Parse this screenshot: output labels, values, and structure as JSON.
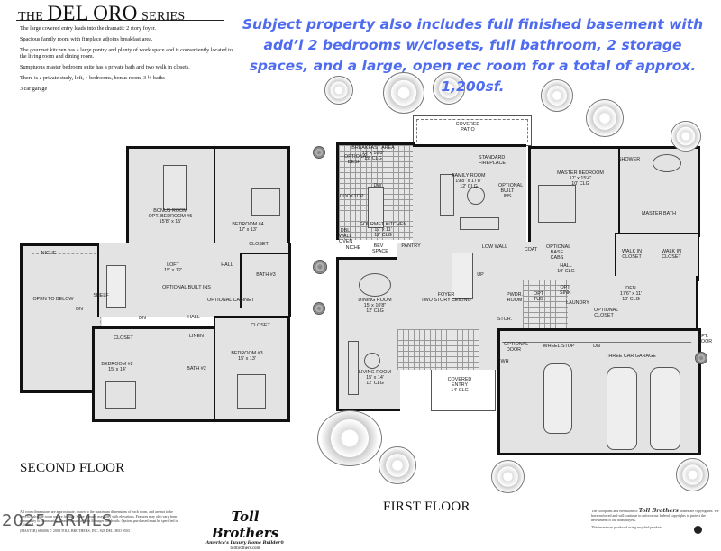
{
  "header": {
    "title_prefix": "THE",
    "title_main": "DEL ORO",
    "title_suffix": "SERIES"
  },
  "features": [
    "The large covered entry leads into the dramatic 2 story foyer.",
    "Spacious family room with fireplace adjoins breakfast area.",
    "The gourmet kitchen has a large pantry and plenty of work space and is conveniently located to the living room and dining room.",
    "Sumptuous master bedroom suite has a private bath and two walk in closets.",
    "There is a private study, loft, 4 bedrooms, bonus room, 3 ½  baths",
    "3 car garage"
  ],
  "banner": {
    "text": "Subject property also includes full finished basement with add’l 2 bedrooms w/closets, full bathroom, 2 storage spaces, and a large, open rec room for a total of approx. 1,200sf.",
    "color": "#4f6cf0"
  },
  "second_floor": {
    "title": "SECOND FLOOR",
    "rooms": {
      "bonus": {
        "name": "BONUS ROOM",
        "sub": "OPT. BEDROOM #5",
        "dim": "15'8\" x 15'"
      },
      "bed4": {
        "name": "BEDROOM #4",
        "dim": "17' x 13'"
      },
      "loft": {
        "name": "LOFT",
        "dim": "15' x 12'"
      },
      "bed2": {
        "name": "BEDROOM #2",
        "dim": "15' x 14'"
      },
      "bed3": {
        "name": "BEDROOM #3",
        "dim": "15' x 13'"
      },
      "bath2": "BATH #2",
      "bath3": "BATH #3",
      "hall_upper": "HALL",
      "hall_lower": "HALL",
      "linen": "LINEN",
      "closet_b4": "CLOSET",
      "closet_b2": "CLOSET",
      "closet_b3": "CLOSET",
      "open_to_below": "OPEN TO BELOW",
      "shelf": "SHELF",
      "dn1": "DN",
      "dn2": "DN",
      "optional_built_ins": "OPTIONAL BUILT INS",
      "optional_cabinet": "OPTIONAL CABINET",
      "niche": "NICHE"
    }
  },
  "first_floor": {
    "title": "FIRST FLOOR",
    "rooms": {
      "patio": {
        "name": "COVERED",
        "sub": "PATIO"
      },
      "breakfast": {
        "name": "BREAKFAST AREA",
        "dim": "13' x 10'8\"",
        "clg": "12' CLG"
      },
      "family": {
        "name": "FAMILY ROOM",
        "dim": "19'8\" x 17'8\"",
        "clg": "12' CLG"
      },
      "kitchen": {
        "name": "GOURMET KITCHEN",
        "dim": "17' x 11'",
        "clg": "12' CLG"
      },
      "master": {
        "name": "MASTER BEDROOM",
        "dim": "17' x 15'4\"",
        "clg": "10' CLG"
      },
      "master_bath": "MASTER BATH",
      "shower": "SHOWER",
      "walkin1": "WALK IN CLOSET",
      "walkin2": "WALK IN CLOSET",
      "dining": {
        "name": "DINING ROOM",
        "dim": "15' x 10'8\"",
        "clg": "12' CLG"
      },
      "foyer": {
        "name": "FOYER",
        "sub": "TWO STORY CEILING"
      },
      "living": {
        "name": "LIVING ROOM",
        "dim": "15' x 14'",
        "clg": "12' CLG"
      },
      "entry": {
        "name": "COVERED",
        "sub": "ENTRY",
        "clg": "14' CLG"
      },
      "pwdr": "PWDR. ROOM",
      "stor": "STOR.",
      "laundry": "LAUNDRY",
      "den": {
        "name": "DEN",
        "dim": "17'6\" x 11'",
        "clg": "10' CLG"
      },
      "hall": {
        "name": "HALL",
        "clg": "10' CLG"
      },
      "garage": "THREE CAR GARAGE",
      "wheel_stop": "WHEEL STOP",
      "fireplace": "STANDARD FIREPLACE",
      "cooktop": "COOKTOP",
      "optional_desk": "OPTIONAL DESK",
      "dw": "DW",
      "dbl_wall_oven": "DBL WALL OVEN",
      "niche": "NICHE",
      "bev_space": "BEV SPACE",
      "pantry": "PANTRY",
      "low_wall": "LOW WALL",
      "coat": "COAT",
      "optional_base_cabs": "OPTIONAL BASE CABS",
      "optional_built_ins": "OPTIONAL BUILT INS",
      "optional_closet": "OPTIONAL CLOSET",
      "optional_door": "OPTIONAL DOOR",
      "opt_door": "OPT. DOOR",
      "opt_tub": "OPT TUB",
      "opt_sink": "OPT SINK",
      "wh": "WH",
      "up": "UP",
      "dn": "DN"
    }
  },
  "footer": {
    "disclaimer": "All room dimensions are approximate, drawn to the maximum dimensions of each room, and are not to be used to calculate room square footage. Some features may vary with elevations. Features may also vary from community to community. Please consult a Sales Manager for details. Options purchased must be specified in Exhibit B.",
    "code_line": "(MASTER) 686006   © 2004  TOLL BROTHERS, INC.          828 DEL ORO 0503",
    "watermark": "2025 ARMLS",
    "brand": "Toll Brothers",
    "tagline": "America's Luxury Home Builder®",
    "website": "tollbrothers.com",
    "copyright_pre": "The floorplans and elevations of",
    "copyright_brand": "Toll Brothers",
    "copyright_post": "homes are copyrighted. We have enforced and will continue to enforce our federal copyrights to protect the investment of our homebuyers.",
    "recycled": "This insert was produced using recycled products."
  }
}
